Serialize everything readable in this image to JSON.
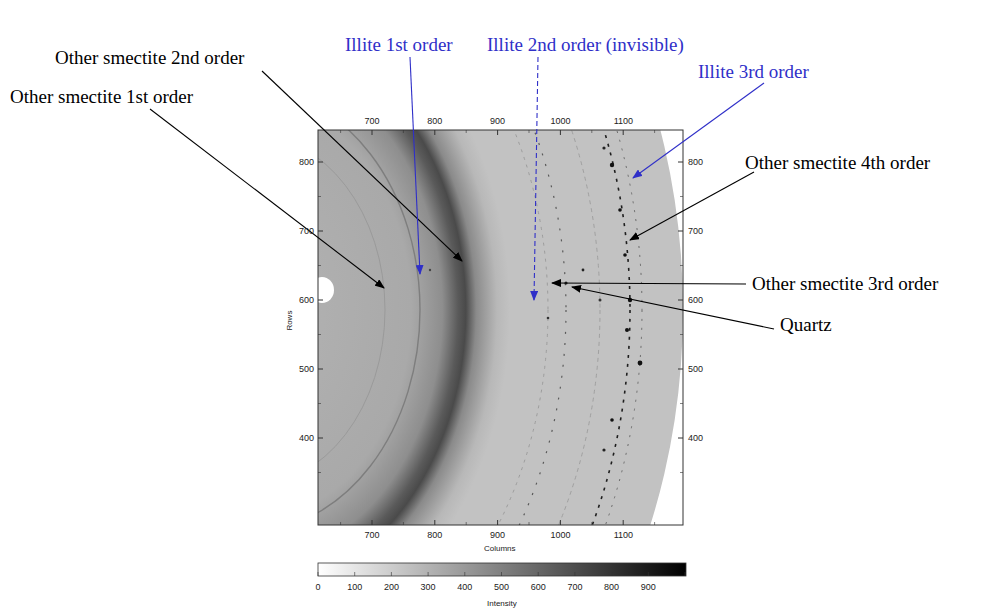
{
  "diagram": {
    "labels": [
      "Other smectite 2nd order",
      "Illite 1st order",
      "Illite 2nd order (invisible)",
      "Illite 3rd order",
      "Other smectite 1st order",
      "Other smectite 4th order",
      "Other smectite 3rd order",
      "Quartz",
      "700",
      "800",
      "900",
      "1000",
      "1100",
      "700",
      "800",
      "900",
      "1000",
      "1100",
      "800",
      "700",
      "600",
      "500",
      "400",
      "800",
      "700",
      "600",
      "500",
      "400",
      "Rows",
      "Columns",
      "0",
      "100",
      "200",
      "300",
      "400",
      "500",
      "600",
      "700",
      "800",
      "900",
      "Intensity"
    ]
  }
}
